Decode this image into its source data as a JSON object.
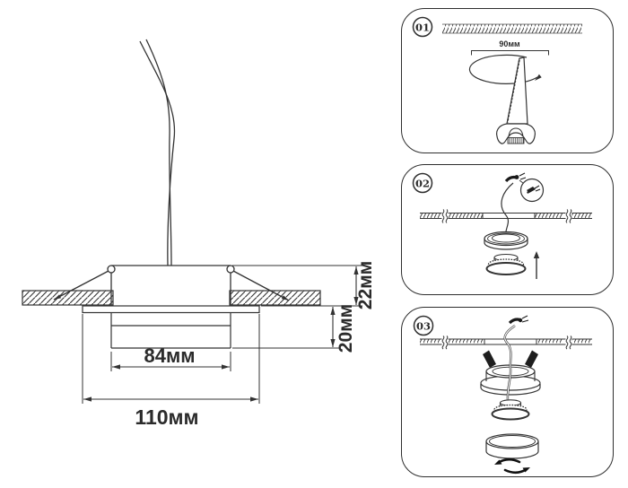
{
  "sheet": {
    "line_color": "#333333",
    "background": "#ffffff"
  },
  "main_drawing": {
    "dim_width_inner": "84мм",
    "dim_width_outer": "110мм",
    "dim_height_above_ceiling": "22мм",
    "dim_recess_depth": "20мм"
  },
  "steps": [
    {
      "number": "01",
      "hole_diameter": "90мм"
    },
    {
      "number": "02"
    },
    {
      "number": "03"
    }
  ]
}
